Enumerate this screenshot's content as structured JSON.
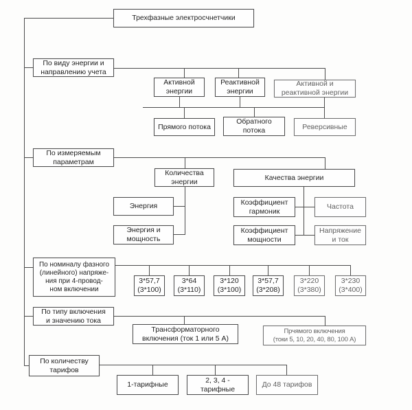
{
  "diagram": {
    "root": "Трехфазные электросчнетчики",
    "categories": {
      "energy_type": "По виду энергии и\nнаправлению учета",
      "measured_params": "По измеряемым\nпараметрам",
      "voltage_rating": "По номиналу фазного\n(линейного) напряже-\nния при 4-провод-\nном включении",
      "connection_type": "По типу включения\nи значению тока",
      "tariff_count": "По количеству\nтарифов"
    },
    "energy_type": {
      "active": "Активной\nэнергии",
      "reactive": "Реактивной\nэнергии",
      "active_reactive": "Активной и\nреактивной энергии",
      "direct_flow": "Прямого потока",
      "reverse_flow": "Обратного\nпотока",
      "reversible": "Реверсивные"
    },
    "measured": {
      "quantity": "Количества\nэнергии",
      "quality": "Качества энергии",
      "energy": "Энергия",
      "energy_power": "Энергия и\nмощность",
      "harmonics": "Коэффициент\nгармоник",
      "frequency": "Частота",
      "power_factor": "Коэффициент\nмощности",
      "voltage_current": "Напряжение\nи ток"
    },
    "voltage": {
      "v1": "3*57,7\n(3*100)",
      "v2": "3*64\n(3*110)",
      "v3": "3*120\n(3*100)",
      "v4": "3*57,7\n(3*208)",
      "v5": "3*220\n(3*380)",
      "v6": "3*230\n(3*400)"
    },
    "connection": {
      "transformer": "Трансформаторного\nвключения (ток 1 или 5 А)",
      "direct": "Прчямого включения\n(токи 5, 10, 20, 40, 80, 100 А)"
    },
    "tariffs": {
      "one": "1-тарифные",
      "multi": "2, 3, 4 - тарифные",
      "upto48": "До 48 тарифов"
    }
  }
}
